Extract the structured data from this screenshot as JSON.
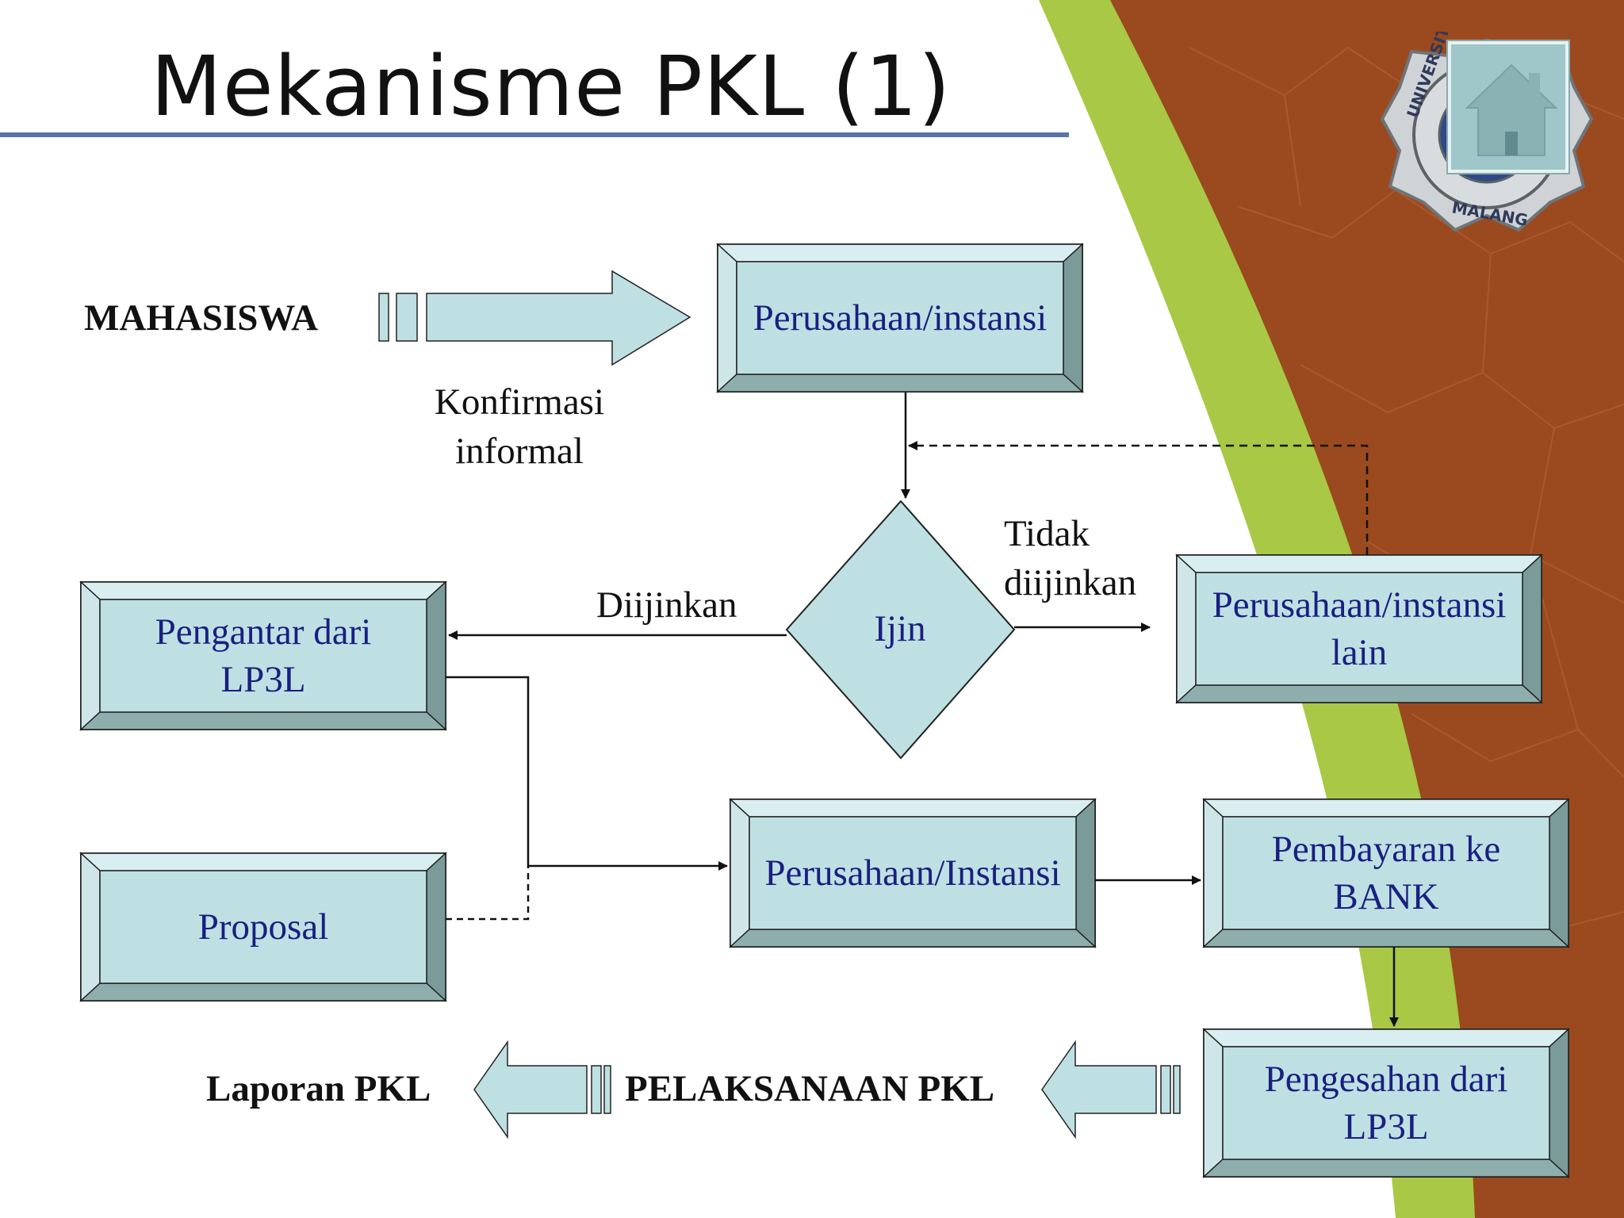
{
  "slide": {
    "title": "Mekanisme PKL (1)",
    "logo_text_top": "UNIVERSITAS",
    "logo_text_bottom": "MALANG"
  },
  "colors": {
    "box_face": "#bfe0e3",
    "box_bevel_light": "#d9eef0",
    "box_bevel_dark": "#7b9a9a",
    "box_text": "#1a1f80",
    "title_rule": "#5b73a8",
    "decor_brown": "#9a4a1e",
    "decor_green": "#a9c845"
  },
  "flow": {
    "start": "MAHASISWA",
    "informal_confirmation": [
      "Konfirmasi",
      "informal"
    ],
    "company": "Perusahaan/instansi",
    "decision": "Ijin",
    "allowed": "Diijinkan",
    "not_allowed": [
      "Tidak",
      "diijinkan"
    ],
    "other_company": [
      "Perusahaan/instansi",
      "lain"
    ],
    "cover_letter": [
      "Pengantar dari",
      "LP3L"
    ],
    "proposal": "Proposal",
    "company2": "Perusahaan/Instansi",
    "payment": [
      "Pembayaran ke",
      "BANK"
    ],
    "approval": [
      "Pengesahan dari",
      "LP3L"
    ],
    "execution": "PELAKSANAAN PKL",
    "report": "Laporan PKL"
  },
  "icons": {
    "home": "home-icon",
    "logo": "university-seal-logo"
  }
}
